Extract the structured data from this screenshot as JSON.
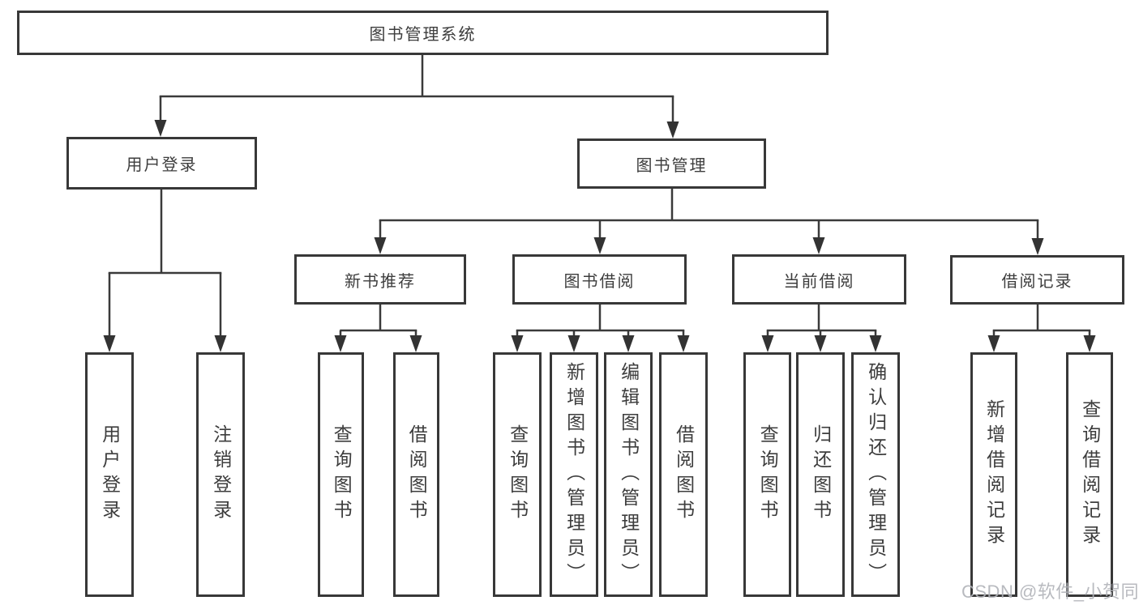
{
  "diagram": {
    "type": "hierarchy-tree",
    "title": "图书管理系统",
    "tree": {
      "label": "图书管理系统",
      "children": [
        {
          "label": "用户登录",
          "children": [
            {
              "label": "用户登录"
            },
            {
              "label": "注销登录"
            }
          ]
        },
        {
          "label": "图书管理",
          "children": [
            {
              "label": "新书推荐",
              "children": [
                {
                  "label": "查询图书"
                },
                {
                  "label": "借阅图书"
                }
              ]
            },
            {
              "label": "图书借阅",
              "children": [
                {
                  "label": "查询图书"
                },
                {
                  "label": "新增图书（管理员）"
                },
                {
                  "label": "编辑图书（管理员）"
                },
                {
                  "label": "借阅图书"
                }
              ]
            },
            {
              "label": "当前借阅",
              "children": [
                {
                  "label": "查询图书"
                },
                {
                  "label": "归还图书"
                },
                {
                  "label": "确认归还（管理员）"
                }
              ]
            },
            {
              "label": "借阅记录",
              "children": [
                {
                  "label": "新增借阅记录"
                },
                {
                  "label": "查询借阅记录"
                }
              ]
            }
          ]
        }
      ]
    },
    "colors": {
      "line": "#3a3a3a",
      "box_border": "#383838",
      "text": "#3d3d3d",
      "watermark": "#b0b3b8",
      "background": "#ffffff"
    }
  },
  "watermark": {
    "text": "CSDN @软件_小贺同学"
  }
}
